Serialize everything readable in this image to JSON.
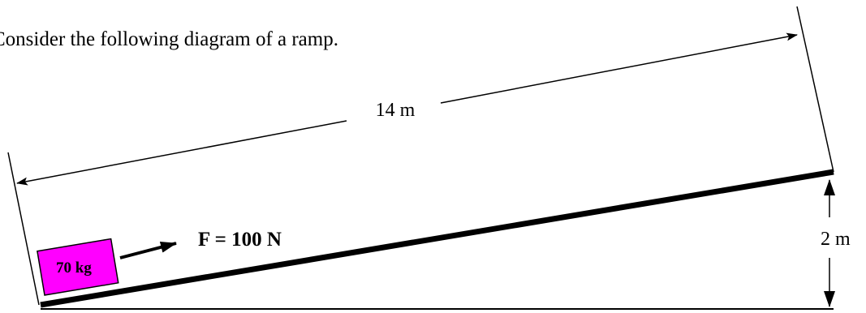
{
  "intro_text": "Consider the following diagram of a ramp.",
  "labels": {
    "length": "14 m",
    "height": "2 m",
    "mass": "70 kg",
    "force": "F = 100 N"
  },
  "colors": {
    "block_fill": "#ff00ff",
    "ink": "#000000"
  }
}
